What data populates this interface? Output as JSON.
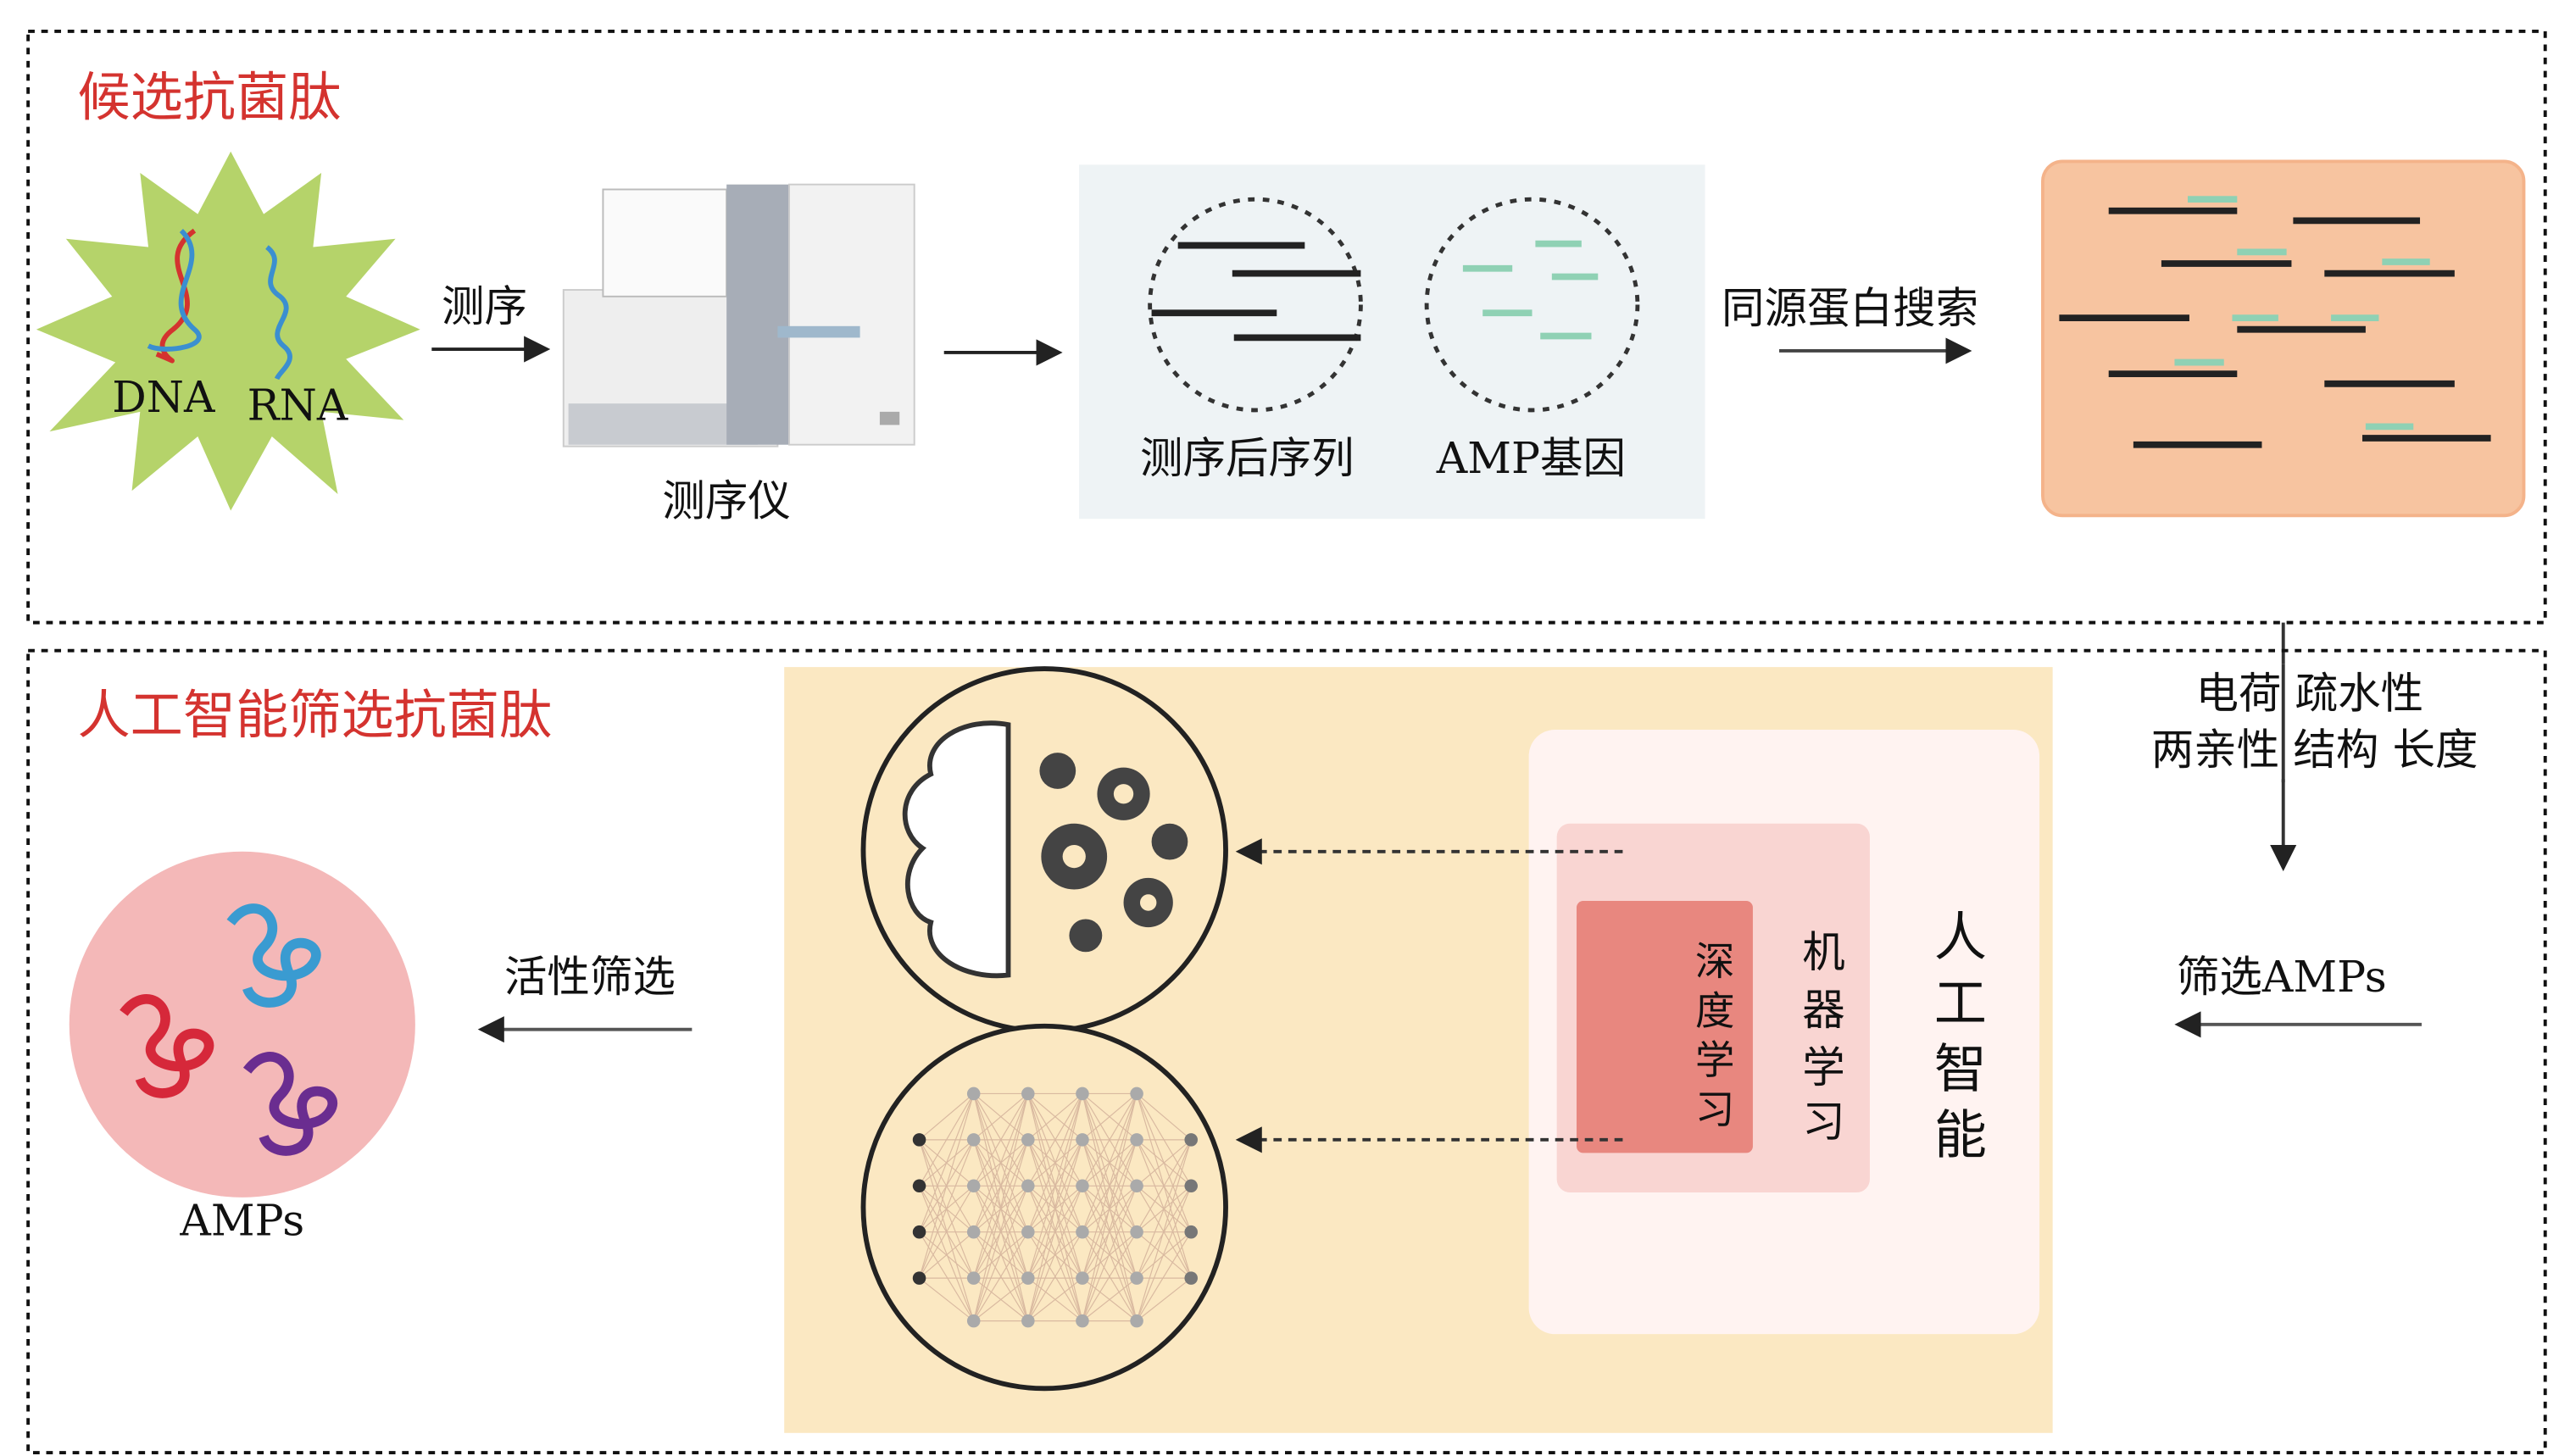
{
  "top_section": {
    "title": "候选抗菌肽",
    "dna_label": "DNA",
    "rna_label": "RNA",
    "sequencing_label": "测序",
    "sequencer_label": "测序仪",
    "sequenced_label": "测序后序列",
    "amp_gene_label": "AMP基因",
    "homology_label": "同源蛋白搜索"
  },
  "features": {
    "line1": "电荷 疏水性",
    "line2": "两亲性 结构 长度"
  },
  "bottom_section": {
    "title": "人工智能筛选抗菌肽",
    "screen_amps_label": "筛选AMPs",
    "activity_label": "活性筛选",
    "amps_label": "AMPs",
    "ai_label": [
      "人",
      "工",
      "智",
      "能"
    ],
    "ml_label": [
      "机",
      "器",
      "学",
      "习"
    ],
    "dl_label": [
      "深",
      "度",
      "学",
      "习"
    ]
  },
  "colors": {
    "title_red": "#d4332f",
    "starburst_green": "#b5d36a",
    "panel_orange": "#f7c4a0",
    "panel_yellow": "#fbe8c2",
    "dl_red": "#e8877f",
    "amps_pink": "#f4b8b8"
  }
}
